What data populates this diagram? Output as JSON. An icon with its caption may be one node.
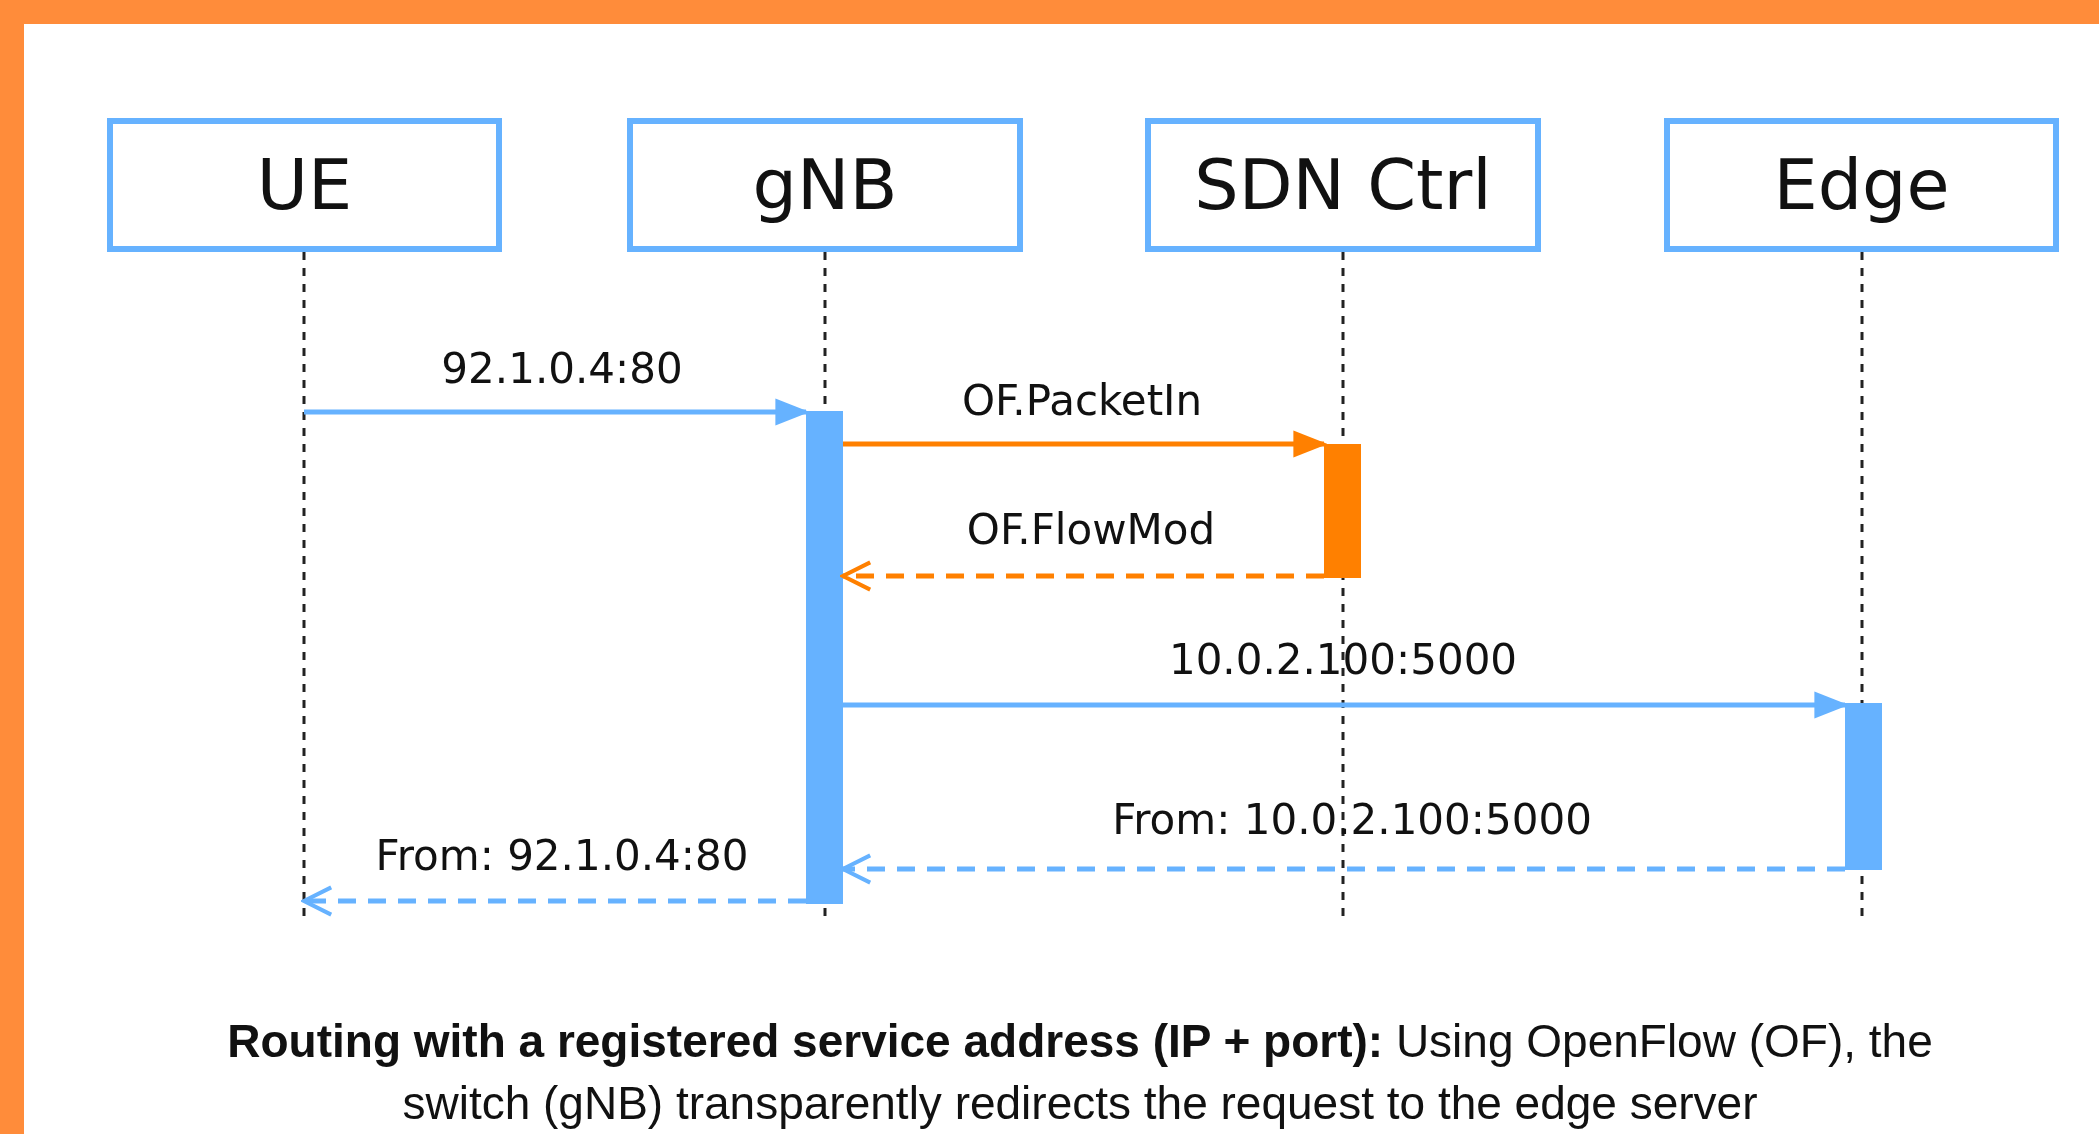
{
  "diagram": {
    "caption": "**Routing with a registered service address (IP + port):** Using OpenFlow (OF), the switch (gNB) transparently redirects the request to the edge server",
    "nodes": [
      {
        "text": [
          "UE"
        ]
      },
      {
        "text": [
          "gNB"
        ]
      },
      {
        "text": [
          "SDN Ctrl"
        ]
      },
      {
        "text": [
          "Edge"
        ]
      },
      {
        "text": [],
        "shape": "bar",
        "in": 1
      },
      {
        "text": [],
        "shape": "bar",
        "in": 2
      },
      {
        "text": [],
        "shape": "bar",
        "in": 3
      }
    ],
    "edges": [
      {
        "from": 0,
        "to": 4,
        "arrow": "to",
        "label": "92.1.0.4:80"
      },
      {
        "from": 4,
        "to": 5,
        "arrow": "to",
        "label": "OF.PacketIn",
        "color": "#ff8000"
      },
      {
        "from": 5,
        "to": 4,
        "arrow": "to",
        "label": "OF.FlowMod",
        "style": "dashed",
        "color": "#ff8000"
      },
      {
        "from": 4,
        "to": 6,
        "arrow": "to",
        "label": "10.0.2.100:5000"
      },
      {
        "from": 6,
        "to": 4,
        "arrow": "to",
        "label": "From: 10.0.2.100:5000",
        "style": "dashed"
      },
      {
        "from": 4,
        "to": 0,
        "arrow": "to",
        "label": "From: 92.1.0.4:80",
        "style": "dashed"
      }
    ]
  }
}
